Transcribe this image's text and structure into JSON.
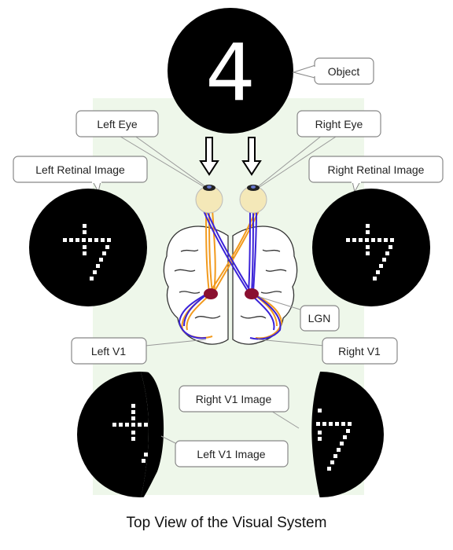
{
  "object_glyph": "4",
  "labels": {
    "object": "Object",
    "left_eye": "Left Eye",
    "right_eye": "Right Eye",
    "left_retinal_image": "Left Retinal Image",
    "right_retinal_image": "Right Retinal Image",
    "lgn": "LGN",
    "left_v1": "Left V1",
    "right_v1": "Right V1",
    "right_v1_image": "Right V1 Image",
    "left_v1_image": "Left V1 Image"
  },
  "caption": "Top View of the Visual System",
  "colors": {
    "background_panel": "#eef7ea",
    "disc": "#000000",
    "dots": "#ffffff",
    "eyeball": "#f4e8b8",
    "optic_orange": "#f29a1d",
    "optic_blue": "#3a22d8",
    "lgn": "#8a1030",
    "callout_border": "#888888"
  }
}
